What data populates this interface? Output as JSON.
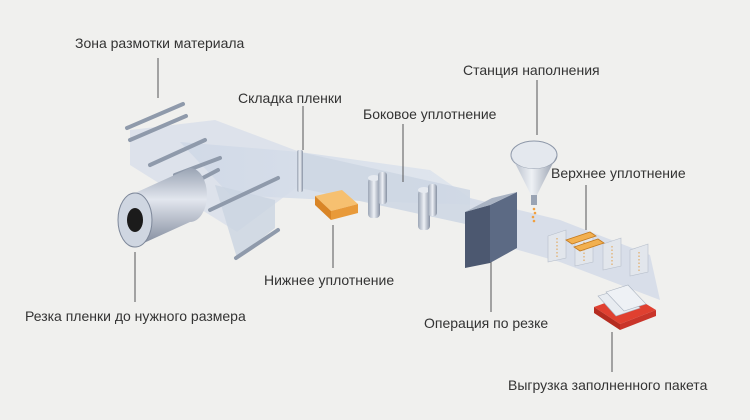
{
  "diagram": {
    "labels": {
      "unwind_zone": "Зона размотки материала",
      "film_folding": "Складка пленки",
      "side_seal": "Боковое уплотнение",
      "filling_station": "Станция наполнения",
      "top_seal": "Верхнее уплотнение",
      "bottom_seal": "Нижнее уплотнение",
      "cut_to_size": "Резка пленки до нужного размера",
      "cutting_operation": "Операция по резке",
      "filled_bag_unload": "Выгрузка заполненного пакета"
    }
  },
  "colors": {
    "background": "#f0f0ee",
    "film": "#c9d3e0",
    "rollers": "#8a96a8",
    "heater": "#f0a040",
    "unload_tray": "#e04030",
    "leader_lines": "#555555"
  }
}
